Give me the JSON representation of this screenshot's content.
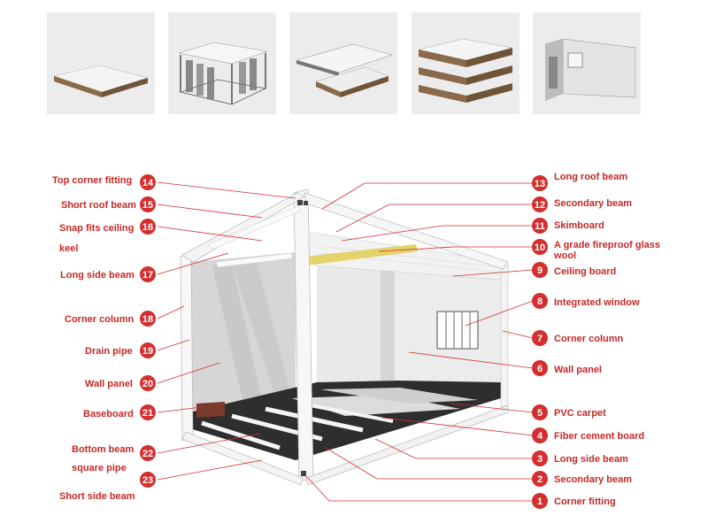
{
  "thumbnails": [
    {
      "icon": "flat-roof-panel"
    },
    {
      "icon": "steel-frame-with-panels"
    },
    {
      "icon": "roof-panel-lifting"
    },
    {
      "icon": "stacked-flat-packs"
    },
    {
      "icon": "assembled-container-house"
    }
  ],
  "labels": {
    "n1": {
      "num": "1",
      "text": "Corner fitting"
    },
    "n2": {
      "num": "2",
      "text": "Secondary beam"
    },
    "n3": {
      "num": "3",
      "text": "Long side beam"
    },
    "n4": {
      "num": "4",
      "text": "Fiber cement board"
    },
    "n5": {
      "num": "5",
      "text": "PVC carpet"
    },
    "n6": {
      "num": "6",
      "text": "Wall panel"
    },
    "n7": {
      "num": "7",
      "text": "Corner column"
    },
    "n8": {
      "num": "8",
      "text": "Integrated window"
    },
    "n9": {
      "num": "9",
      "text": "Ceiling board"
    },
    "n10": {
      "num": "10",
      "text1": "A grade fireproof glass",
      "text2": "wool"
    },
    "n11": {
      "num": "11",
      "text": "Skimboard"
    },
    "n12": {
      "num": "12",
      "text": "Secondary beam"
    },
    "n13": {
      "num": "13",
      "text": "Long roof beam"
    },
    "n14": {
      "num": "14",
      "text": "Top corner fitting"
    },
    "n15": {
      "num": "15",
      "text": "Short roof beam"
    },
    "n16": {
      "num": "16",
      "text1": "Snap fits ceiling",
      "text2": "keel"
    },
    "n17": {
      "num": "17",
      "text": "Long side beam"
    },
    "n18": {
      "num": "18",
      "text": "Corner column"
    },
    "n19": {
      "num": "19",
      "text": "Drain pipe"
    },
    "n20": {
      "num": "20",
      "text": "Wall panel"
    },
    "n21": {
      "num": "21",
      "text": "Baseboard"
    },
    "n22": {
      "num": "22",
      "text1": "Bottom beam",
      "text2": "square pipe"
    },
    "n23": {
      "num": "23",
      "text": "Short side beam"
    }
  },
  "colors": {
    "accent": "#d32f2f",
    "label": "#c62828",
    "thumb_bg": "#ececec",
    "insulation": "#e3d36a"
  }
}
